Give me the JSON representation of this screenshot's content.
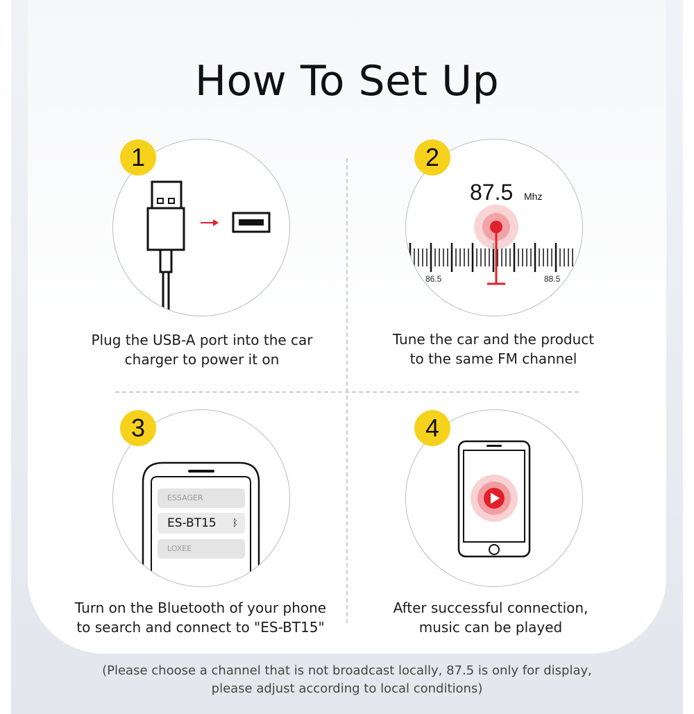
{
  "title": "How To Set Up",
  "steps": [
    {
      "number": "1",
      "description_line1": "Plug the USB-A port into the car",
      "description_line2": "charger to power it on"
    },
    {
      "number": "2",
      "description_line1": "Tune the car and the product",
      "description_line2": "to the same FM channel",
      "frequency": "87.5",
      "frequency_unit": "Mhz",
      "scale_min_label": "86.5",
      "scale_max_label": "88.5"
    },
    {
      "number": "3",
      "description_line1": "Turn on the Bluetooth of your phone",
      "description_line2": "to search and connect to \"ES-BT15\"",
      "device_list": [
        "ESSAGER",
        "ES-BT15",
        "LOXEE"
      ],
      "bluetooth_symbol": "ᛒ"
    },
    {
      "number": "4",
      "description_line1": "After successful connection,",
      "description_line2": "music can be played"
    }
  ],
  "note_line1": "(Please choose a channel that is not broadcast locally, 87.5 is only for display,",
  "note_line2": "please adjust according to local conditions)",
  "colors": {
    "badge": "#f7d21d",
    "accent_red": "#e0202a",
    "divider": "#c9ccd2"
  },
  "icons": [
    "usb-plug-icon",
    "arrow-right-icon",
    "usb-port-icon",
    "fm-dial-icon",
    "smartphone-icon",
    "bluetooth-icon",
    "play-icon"
  ]
}
